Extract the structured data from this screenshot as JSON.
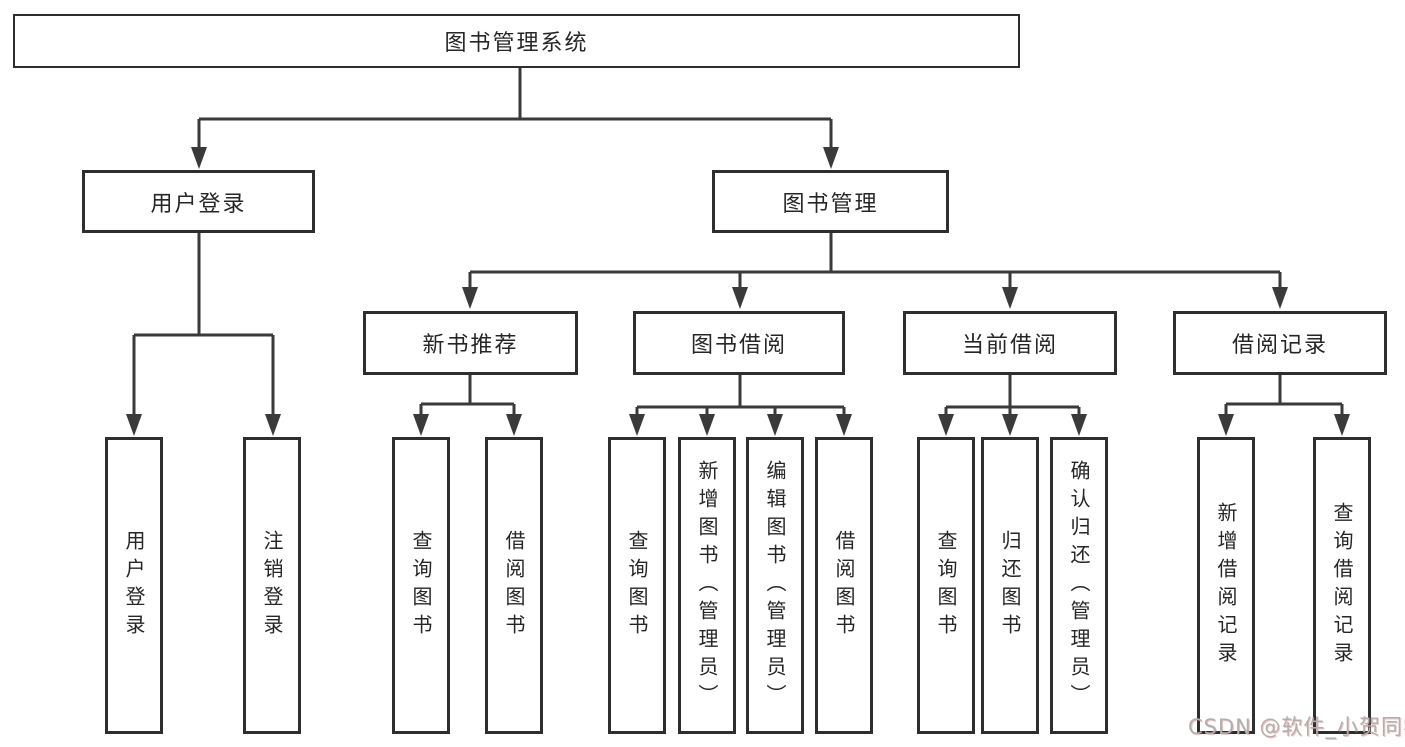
{
  "tree": {
    "root": {
      "label": "图书管理系统"
    },
    "level2": [
      {
        "label": "用户登录",
        "children": [
          {
            "label": "用户登录"
          },
          {
            "label": "注销登录"
          }
        ]
      },
      {
        "label": "图书管理",
        "children": [
          {
            "label": "新书推荐",
            "children": [
              {
                "label": "查询图书"
              },
              {
                "label": "借阅图书"
              }
            ]
          },
          {
            "label": "图书借阅",
            "children": [
              {
                "label": "查询图书"
              },
              {
                "label": "新增图书（管理员）"
              },
              {
                "label": "编辑图书（管理员）"
              },
              {
                "label": "借阅图书"
              }
            ]
          },
          {
            "label": "当前借阅",
            "children": [
              {
                "label": "查询图书"
              },
              {
                "label": "归还图书"
              },
              {
                "label": "确认归还（管理员）"
              }
            ]
          },
          {
            "label": "借阅记录",
            "children": [
              {
                "label": "新增借阅记录"
              },
              {
                "label": "查询借阅记录"
              }
            ]
          }
        ]
      }
    ]
  },
  "watermark": {
    "text": "CSDN @软件_小贺同学"
  },
  "colors": {
    "line": "#3a3a3a",
    "box_border": "#2e2e2e",
    "text": "#262626",
    "background": "#ffffff",
    "watermark": "#b0b0b0"
  }
}
